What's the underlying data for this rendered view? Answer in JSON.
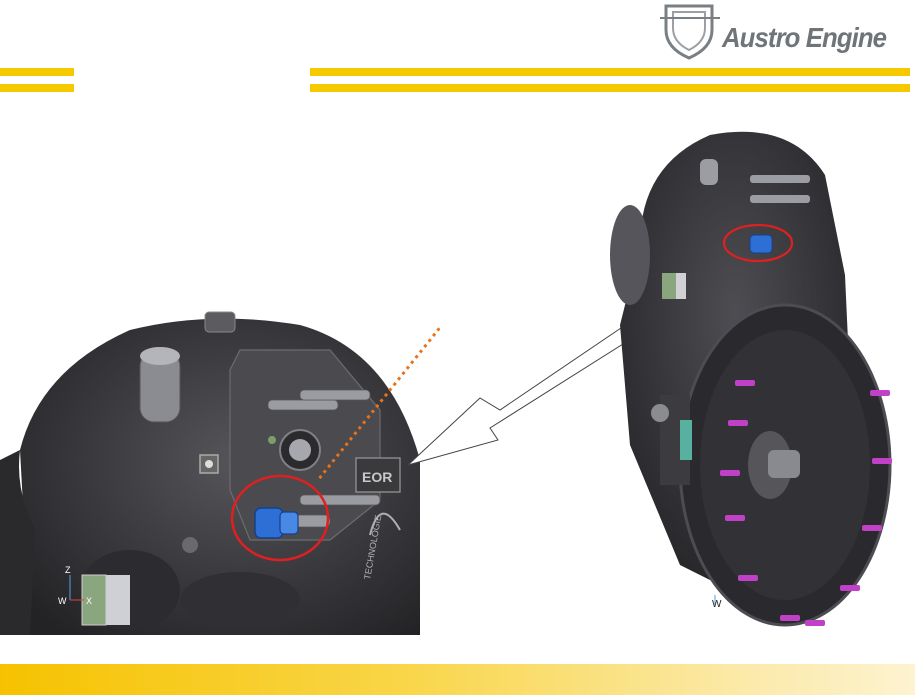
{
  "brand": {
    "logo_text": "Austro Engine",
    "accent_color": "#f5c800"
  },
  "left_render": {
    "plate_text_1": "EOR",
    "plate_text_2": "TECHNOLOGIE",
    "axis_z": "Z",
    "axis_w": "W",
    "axis_x": "X"
  },
  "right_render": {
    "axis_w": "W"
  },
  "colors": {
    "housing": "#3a3a3e",
    "highlight_circle": "#e02020",
    "connector": "#2e6fd6",
    "bolts": "#c040c8",
    "leader_line": "#e8731a"
  }
}
